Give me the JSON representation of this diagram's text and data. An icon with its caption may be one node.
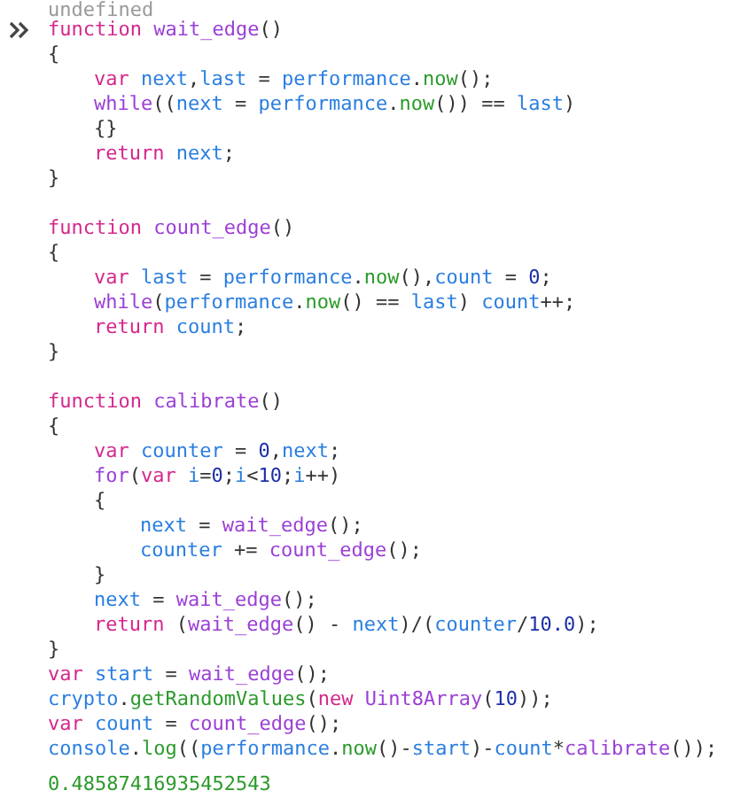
{
  "diagram": {
    "labels": [
      "undefined",
      "function wait_edge()",
      "{",
      "var next,last = performance.now();",
      "while((next = performance.now()) == last)",
      "{}",
      "return next;",
      "}",
      "function count_edge()",
      "{",
      "var last = performance.now(),count = 0;",
      "while(performance.now() == last) count++;",
      "return count;",
      "}",
      "function calibrate()",
      "{",
      "var counter = 0,next;",
      "for(var i=0;i<10;i++)",
      "{",
      "next = wait_edge();",
      "counter += count_edge();",
      "}",
      "next = wait_edge();",
      "return (wait_edge() - next)/(counter/10.0);",
      "}",
      "var start = wait_edge();",
      "crypto.getRandomValues(new Uint8Array(10));",
      "var count = count_edge();",
      "console.log((performance.now()-start)-count*calibrate());",
      "0.48587416935452543"
    ]
  }
}
